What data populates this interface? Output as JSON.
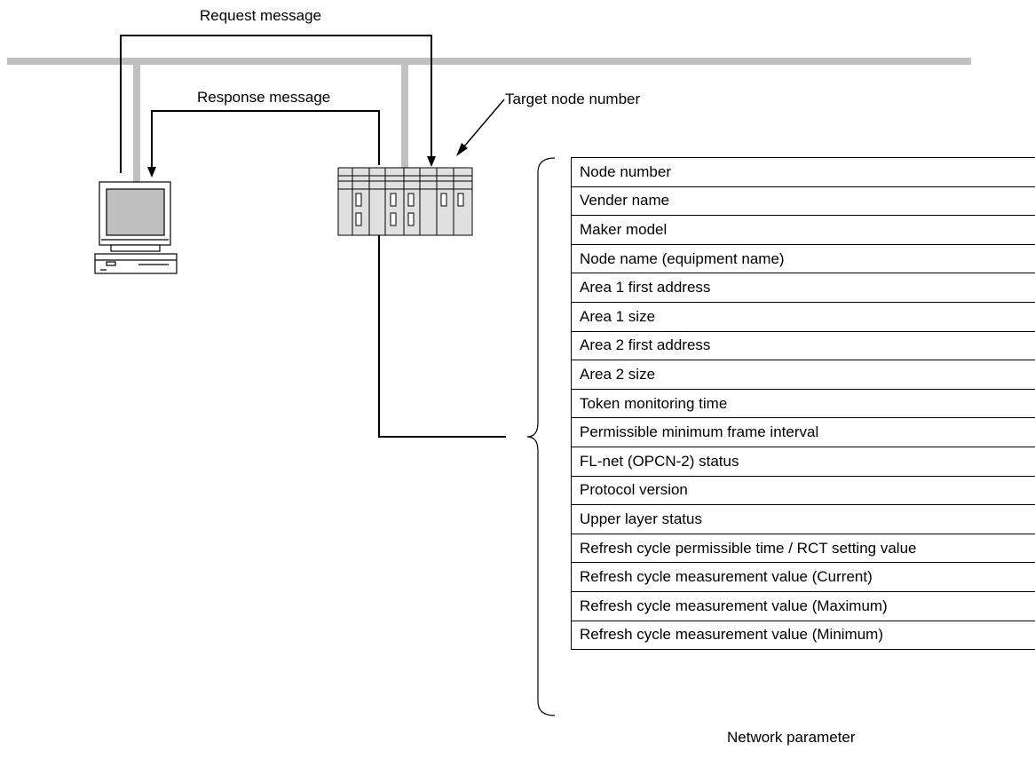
{
  "labels": {
    "request": "Request message",
    "response": "Response message",
    "target": "Target node number",
    "caption": "Network parameter"
  },
  "parameters": [
    "Node number",
    "Vender name",
    "Maker model",
    "Node name (equipment name)",
    "Area 1 first address",
    "Area 1 size",
    "Area 2 first address",
    "Area 2 size",
    "Token monitoring time",
    "Permissible minimum frame interval",
    "FL-net (OPCN-2) status",
    "Protocol version",
    "Upper layer status",
    "Refresh cycle permissible time / RCT setting value",
    "Refresh cycle measurement value (Current)",
    "Refresh cycle measurement value (Maximum)",
    "Refresh cycle measurement value (Minimum)"
  ],
  "colors": {
    "network": "#c0c0c0",
    "line": "#000000",
    "screen": "#c0c0c0"
  },
  "icons": [
    "computer-icon",
    "plc-icon"
  ]
}
